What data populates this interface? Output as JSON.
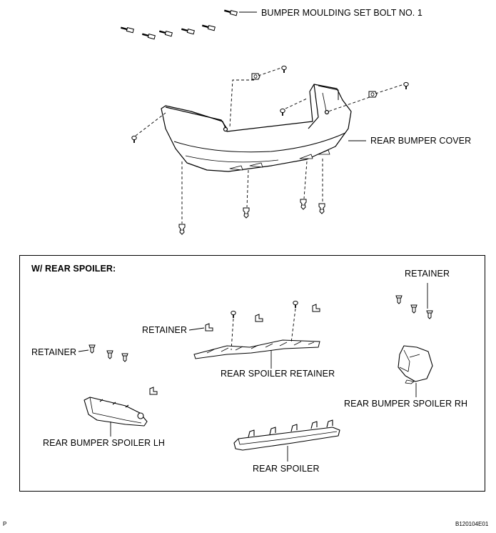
{
  "labels": {
    "bumper_moulding_bolt": "BUMPER MOULDING SET BOLT NO. 1",
    "rear_bumper_cover": "REAR BUMPER COVER",
    "section_title": "W/ REAR SPOILER:",
    "retainer_right": "RETAINER",
    "retainer_center": "RETAINER",
    "retainer_left": "RETAINER",
    "rear_spoiler_retainer": "REAR SPOILER RETAINER",
    "rear_bumper_spoiler_rh": "REAR BUMPER SPOILER RH",
    "rear_bumper_spoiler_lh": "REAR BUMPER SPOILER LH",
    "rear_spoiler": "REAR SPOILER"
  },
  "footer": {
    "left": "P",
    "right": "B120104E01"
  }
}
